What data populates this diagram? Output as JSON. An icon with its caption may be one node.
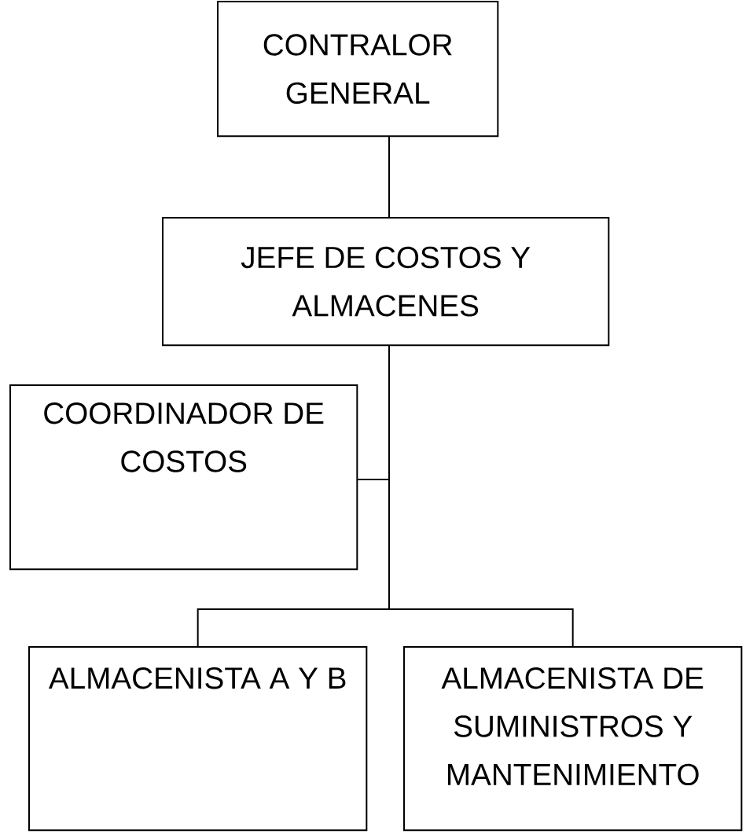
{
  "diagram": {
    "nodes": [
      {
        "text": [
          "CONTRALOR GENERAL"
        ]
      },
      {
        "text": [
          "JEFE DE COSTOS Y ALMACENES"
        ]
      },
      {
        "text": [
          "COORDINADOR DE COSTOS"
        ]
      },
      {
        "text": [
          "ALMACENISTA A Y B"
        ]
      },
      {
        "text": [
          "ALMACENISTA DE SUMINISTROS Y MANTENIMIENTO"
        ]
      }
    ],
    "edges": [
      {
        "from": 0,
        "to": 1,
        "arrow": "none"
      },
      {
        "from": 1,
        "to": 2,
        "arrow": "none"
      },
      {
        "from": 1,
        "to": 3,
        "arrow": "none"
      },
      {
        "from": 1,
        "to": 4,
        "arrow": "none"
      }
    ]
  }
}
